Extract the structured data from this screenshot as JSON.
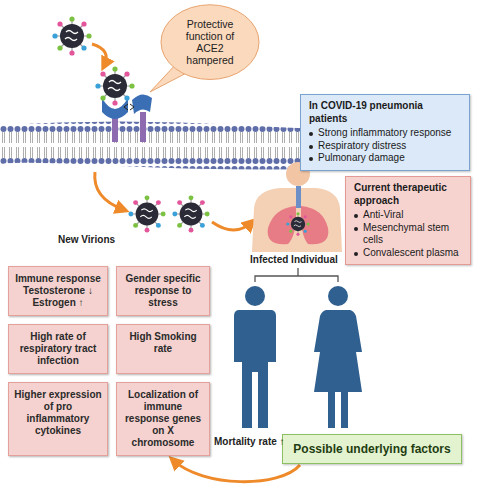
{
  "diagram": {
    "nodes": [
      {
        "text": [
          "Protective function of ACE2 hampered"
        ]
      },
      {
        "text": [
          "In COVID-19 pneumonia patients",
          "Strong inflammatory response",
          "Respiratory distress",
          "Pulmonary damage"
        ]
      },
      {
        "text": [
          "Current therapeutic approach",
          "Anti-Viral",
          "Mesenchymal stem cells",
          "Convalescent plasma"
        ]
      },
      {
        "text": [
          "Immune response",
          "Testosterone ↓",
          "Estrogen ↑"
        ]
      },
      {
        "text": [
          "Gender specific response to stress"
        ]
      },
      {
        "text": [
          "High rate of respiratory tract infection"
        ]
      },
      {
        "text": [
          "High Smoking rate"
        ]
      },
      {
        "text": [
          "Higher expression of pro inflammatory cytokines"
        ]
      },
      {
        "text": [
          "Localization of immune response genes on X chromosome"
        ]
      },
      {
        "text": [
          "Possible underlying factors"
        ]
      }
    ],
    "edges": [
      {
        "from": 9,
        "to": 8,
        "arrow": "to"
      }
    ],
    "labels": [
      "New Virions",
      "Infected Individual",
      "Mortality rate ↑"
    ]
  }
}
